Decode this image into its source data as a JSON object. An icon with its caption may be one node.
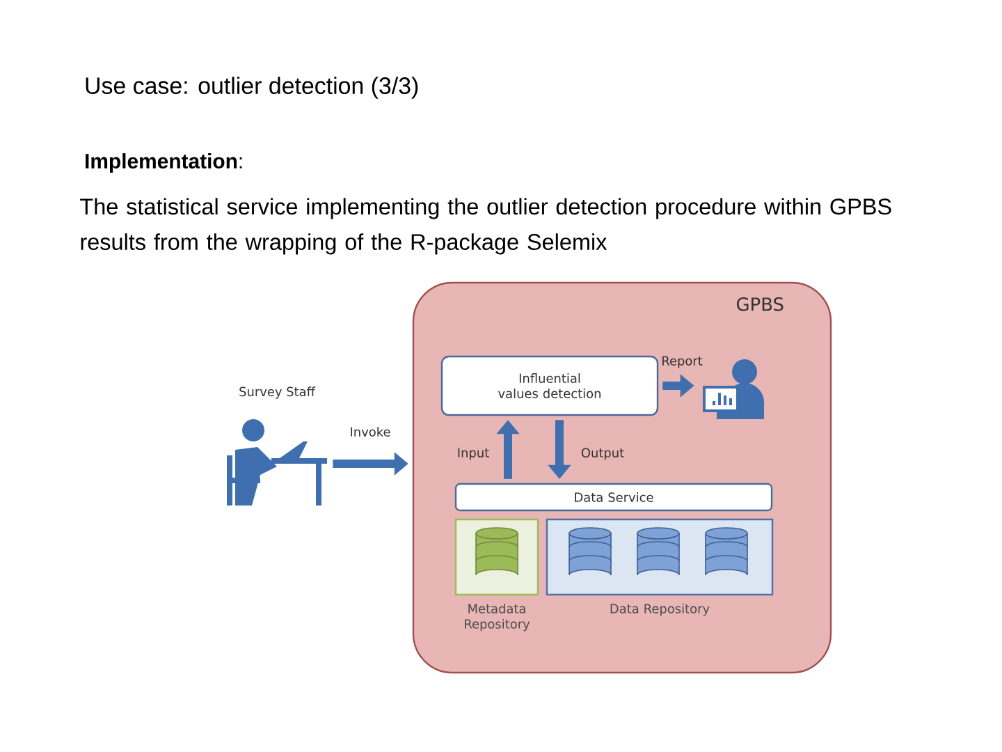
{
  "diagram": {
    "title": "Use case: outlier detection (3/3)",
    "nodes": [
      {
        "text": [
          "GPBS"
        ]
      },
      {
        "text": [
          "Influential values detection"
        ],
        "in": 0
      },
      {
        "text": [],
        "shape": "person",
        "in": 0
      },
      {
        "text": [],
        "shape": "person",
        "beside": [
          "Survey Staff"
        ]
      },
      {
        "text": [
          "Data Service"
        ],
        "in": 0
      },
      {
        "text": [
          "Metadata Repository"
        ],
        "in": 0
      },
      {
        "text": [
          "Data Repository"
        ],
        "in": 0
      }
    ],
    "edges": [
      {
        "from": 3,
        "to": 0,
        "arrow": "to",
        "label": "Invoke"
      },
      {
        "from": 1,
        "to": 2,
        "arrow": "to",
        "label": "Report"
      },
      {
        "from": 4,
        "to": 1,
        "arrow": "to",
        "label": "Input"
      },
      {
        "from": 1,
        "to": 4,
        "arrow": "to",
        "label": "Output"
      }
    ],
    "labels": [
      "**Implementation**:",
      "The statistical service implementing the outlier detection procedure within GPBS results from the wrapping of the R-package Selemix"
    ]
  }
}
